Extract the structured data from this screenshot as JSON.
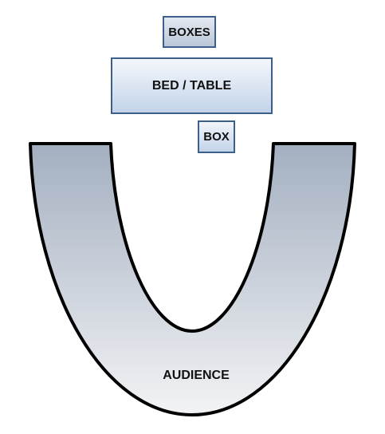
{
  "diagram": {
    "top_label": "BOXES",
    "middle_label": "BED / TABLE",
    "small_label": "BOX",
    "audience_label": "AUDIENCE"
  },
  "colors": {
    "border": "#3d5f8c",
    "outline": "#000000",
    "audience_gradient_top": "#a3afc0",
    "audience_gradient_bottom": "#f2f3f5"
  }
}
